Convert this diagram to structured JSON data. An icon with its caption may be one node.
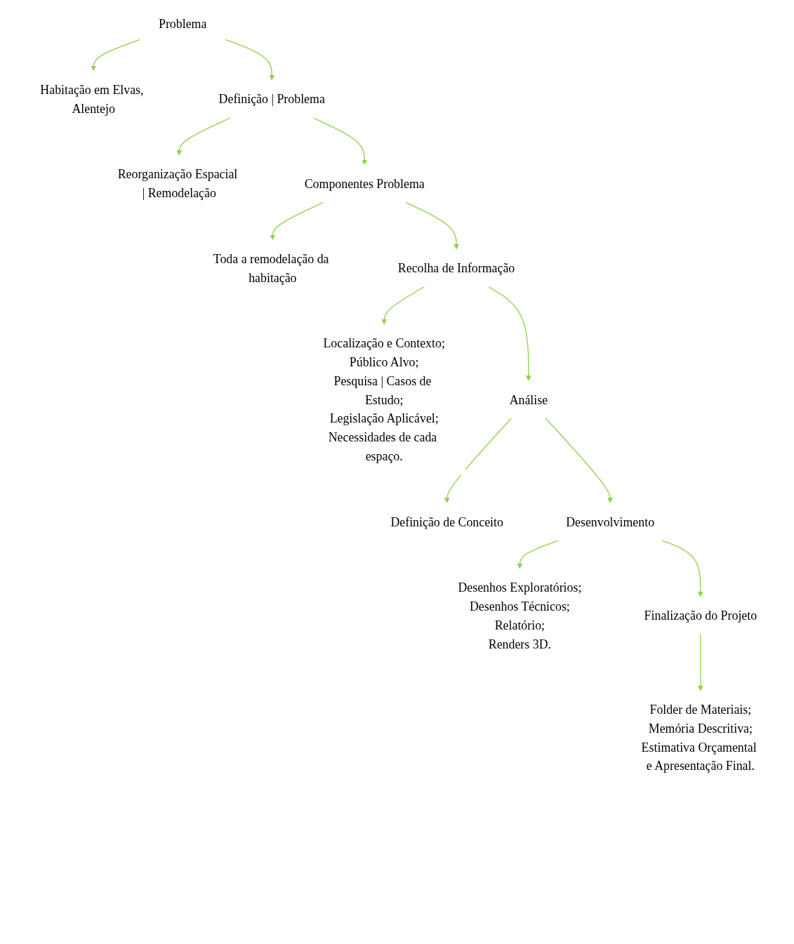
{
  "diagram": {
    "nodes": [
      {
        "text": [
          "Problema"
        ]
      },
      {
        "text": [
          "Habitação em Elvas, Alentejo"
        ]
      },
      {
        "text": [
          "Definição | Problema"
        ]
      },
      {
        "text": [
          "Reorganização Espacial | Remodelação"
        ]
      },
      {
        "text": [
          "Componentes Problema"
        ]
      },
      {
        "text": [
          "Toda a remodelação da habitação"
        ]
      },
      {
        "text": [
          "Recolha de Informação"
        ]
      },
      {
        "text": [
          "Localização e Contexto;",
          "Público Alvo;",
          "Pesquisa | Casos de Estudo;",
          "Legislação Aplicável;",
          "Necessidades de cada espaço."
        ]
      },
      {
        "text": [
          "Análise"
        ]
      },
      {
        "text": [
          "Definição de Conceito"
        ]
      },
      {
        "text": [
          "Desenvolvimento"
        ]
      },
      {
        "text": [
          "Desenhos Exploratórios;",
          "Desenhos Técnicos;",
          "Relatório;",
          "Renders 3D."
        ]
      },
      {
        "text": [
          "Finalização do Projeto"
        ]
      },
      {
        "text": [
          "Folder de Materiais;",
          "Memória Descritiva;",
          "Estimativa Orçamental e Apresentação Final."
        ]
      }
    ],
    "edges": [
      {
        "from": 0,
        "to": 1,
        "arrow": "to"
      },
      {
        "from": 0,
        "to": 2,
        "arrow": "to"
      },
      {
        "from": 2,
        "to": 3,
        "arrow": "to"
      },
      {
        "from": 2,
        "to": 4,
        "arrow": "to"
      },
      {
        "from": 4,
        "to": 5,
        "arrow": "to"
      },
      {
        "from": 4,
        "to": 6,
        "arrow": "to"
      },
      {
        "from": 6,
        "to": 7,
        "arrow": "to"
      },
      {
        "from": 6,
        "to": 8,
        "arrow": "to"
      },
      {
        "from": 8,
        "to": 9,
        "arrow": "to"
      },
      {
        "from": 8,
        "to": 10,
        "arrow": "to"
      },
      {
        "from": 10,
        "to": 11,
        "arrow": "to"
      },
      {
        "from": 10,
        "to": 12,
        "arrow": "to"
      },
      {
        "from": 12,
        "to": 13,
        "arrow": "to"
      }
    ]
  }
}
